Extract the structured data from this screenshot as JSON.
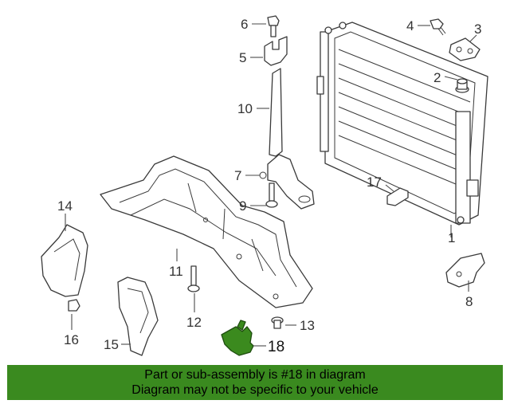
{
  "callouts": {
    "n1": "1",
    "n2": "2",
    "n3": "3",
    "n4": "4",
    "n5": "5",
    "n6": "6",
    "n7": "7",
    "n8": "8",
    "n9": "9",
    "n10": "10",
    "n11": "11",
    "n12": "12",
    "n13": "13",
    "n14": "14",
    "n15": "15",
    "n16": "16",
    "n17": "17",
    "n18": "18"
  },
  "highlight": {
    "part": "18",
    "color": "#3a8a1f"
  },
  "banner": {
    "line1": "Part or sub-assembly is #18 in diagram",
    "line2": "Diagram may not be specific to your vehicle"
  }
}
